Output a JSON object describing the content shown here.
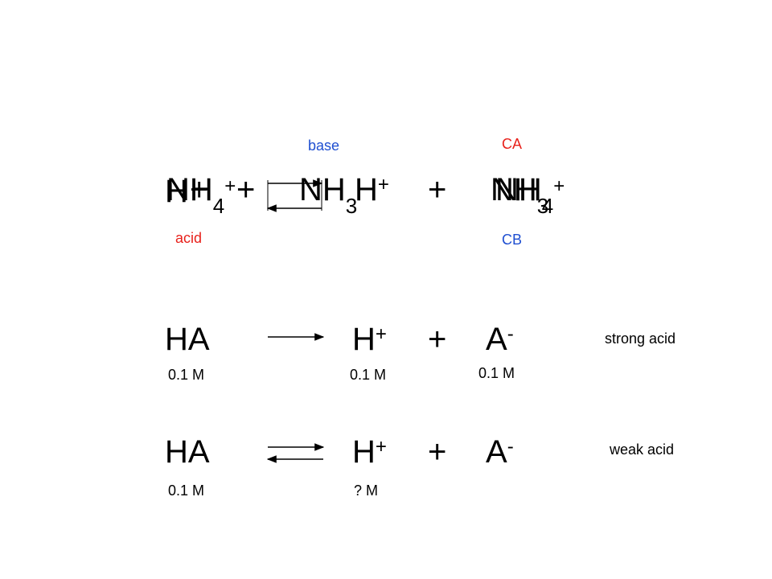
{
  "colors": {
    "red": "#e8211b",
    "blue": "#1f4fd1",
    "black": "#000000"
  },
  "row1": {
    "label_base": "base",
    "label_ca": "CA",
    "label_acid": "acid",
    "label_cb": "CB",
    "ghost_top": "H",
    "ghost_plus": "+",
    "ghost_mid": "NH",
    "ghost_mid_sub": "3",
    "ghost_right": "NH",
    "ghost_right_sub": "3",
    "nh4_left": "NH",
    "nh4_left_sub": "4",
    "nh4_left_sup": "+",
    "plus1": "+",
    "h_plus": "H",
    "h_plus_sup": "+",
    "plus2": "+",
    "nh4_right": "NH",
    "nh4_right_sub": "4",
    "nh4_right_sup": "+"
  },
  "row2": {
    "reactant": "HA",
    "product1": "H",
    "product1_sup": "+",
    "plus": "+",
    "product2": "A",
    "product2_sup": "-",
    "label": "strong acid",
    "c_reactant": "0.1 M",
    "c_product1": "0.1 M",
    "c_product2": "0.1 M"
  },
  "row3": {
    "reactant": "HA",
    "product1": "H",
    "product1_sup": "+",
    "plus": "+",
    "product2": "A",
    "product2_sup": "-",
    "label": "weak acid",
    "c_reactant": "0.1 M",
    "c_product1": "? M"
  }
}
